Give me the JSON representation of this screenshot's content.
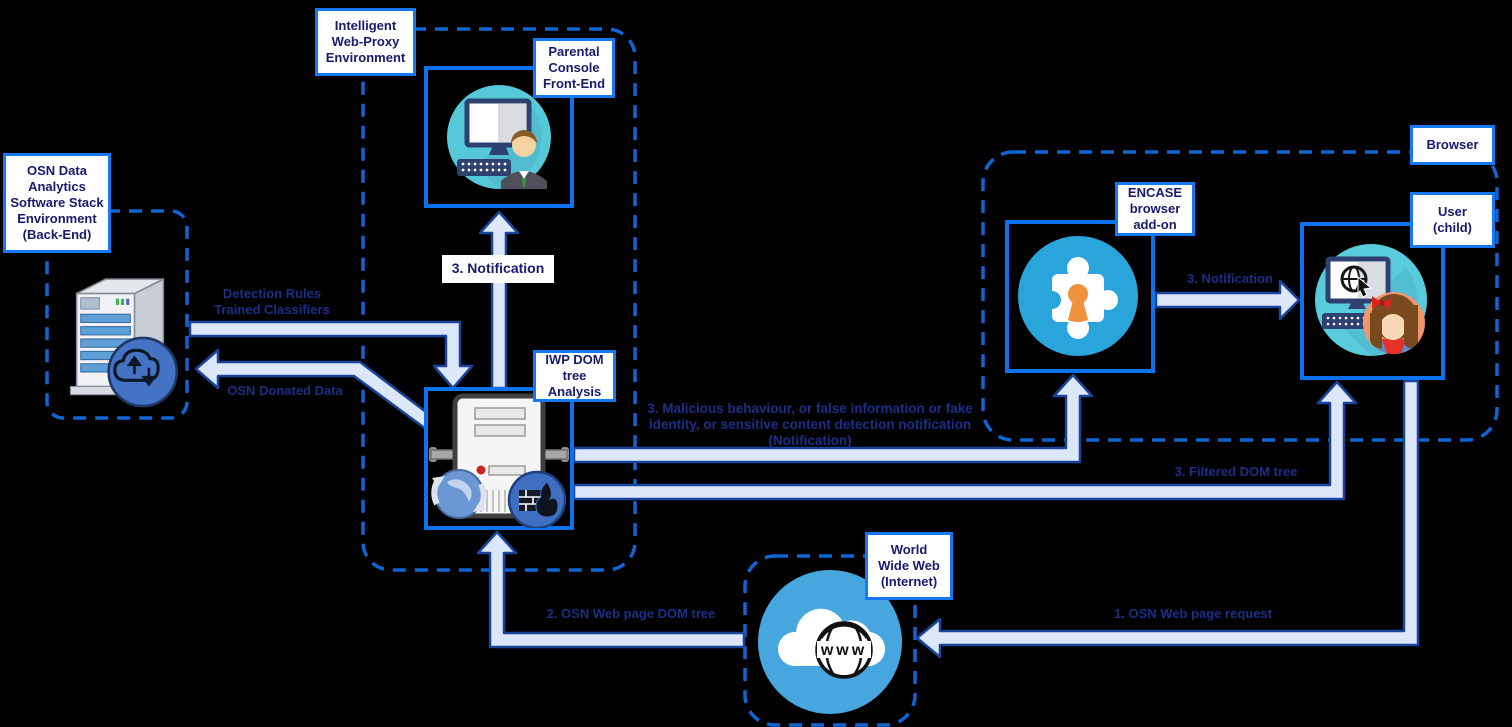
{
  "diagram": {
    "environments": {
      "iwp": "Intelligent\nWeb-Proxy\nEnvironment",
      "osn_backend": "OSN Data\nAnalytics\nSoftware Stack\nEnvironment\n(Back-End)",
      "browser": "Browser",
      "www": "World\nWide Web\n(Internet)"
    },
    "nodes": {
      "parental_console": "Parental\nConsole\nFront-End",
      "iwp_dom": "IWP DOM\ntree\nAnalysis",
      "encase": "ENCASE\nbrowser\nadd-on",
      "user": "User\n(child)"
    },
    "flows": {
      "notification_console": "3. Notification",
      "detection_rules": "Detection Rules\nTrained Classifiers",
      "osn_donated": "OSN Donated Data",
      "malicious_detection": "3. Malicious behaviour, or false information or fake\nidentity, or sensitive content detection notification\n(Notification)",
      "filtered_dom": "3. Filtered DOM tree",
      "encase_notification": "3. Notification",
      "osn_dom_tree": "2. OSN Web page DOM tree",
      "osn_request": "1. OSN Web page  request"
    },
    "icons": {
      "www_text": "www"
    },
    "colors": {
      "background": "#000000",
      "dashed_border": "#1065d2",
      "solid_border": "#0d72ee",
      "label_border": "#1479f2",
      "label_text": "#171a6e",
      "flow_text": "#1b2f86",
      "pipe_fill": "#dce8f9",
      "pipe_stroke": "#1a449c",
      "teal_circle": "#55c8da",
      "encase_circle": "#2aa5dc",
      "www_circle": "#47a6de",
      "badge_blue": "#4472c4",
      "keyhole_orange": "#f0913c"
    }
  }
}
